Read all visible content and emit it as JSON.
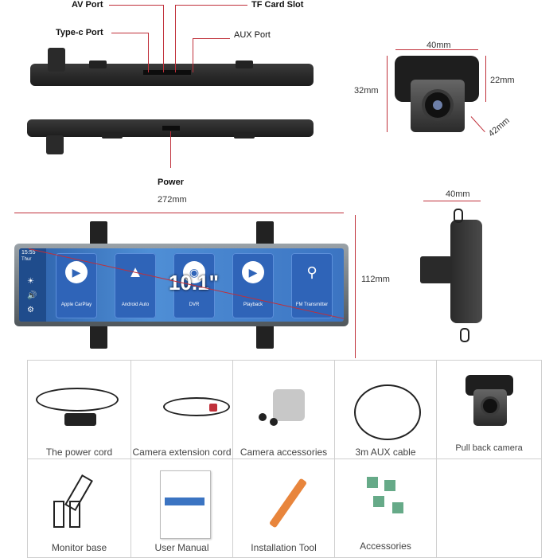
{
  "ports": {
    "av_port": "AV Port",
    "tf_card_slot": "TF Card Slot",
    "type_c_port": "Type-c Port",
    "aux_port": "AUX Port",
    "power": "Power"
  },
  "dimensions": {
    "mirror_width": "272mm",
    "mirror_height": "112mm",
    "camera_side_width": "40mm",
    "camera_width": "40mm",
    "camera_height": "32mm",
    "camera_bracket_height": "22mm",
    "camera_depth": "42mm"
  },
  "screen": {
    "time": "15:55",
    "day": "Thur",
    "size_badge": "10.1\"",
    "apps": [
      {
        "label": "Apple CarPlay",
        "icon": "carplay-icon"
      },
      {
        "label": "Android Auto",
        "icon": "android-auto-icon"
      },
      {
        "label": "DVR",
        "icon": "camera-shutter-icon"
      },
      {
        "label": "Playback",
        "icon": "play-icon"
      },
      {
        "label": "FM Transmitter",
        "icon": "antenna-icon"
      }
    ]
  },
  "accessories": [
    {
      "label": "The power cord"
    },
    {
      "label": "Camera extension cord"
    },
    {
      "label": "Camera accessories"
    },
    {
      "label": "3m AUX cable"
    },
    {
      "label": "Pull back camera"
    },
    {
      "label": "Monitor base"
    },
    {
      "label": "User Manual"
    },
    {
      "label": "Installation Tool"
    },
    {
      "label": "Accessories"
    },
    {
      "label": ""
    }
  ],
  "colors": {
    "callout_line": "#c0303a",
    "screen_blue": "#3b74c2"
  }
}
